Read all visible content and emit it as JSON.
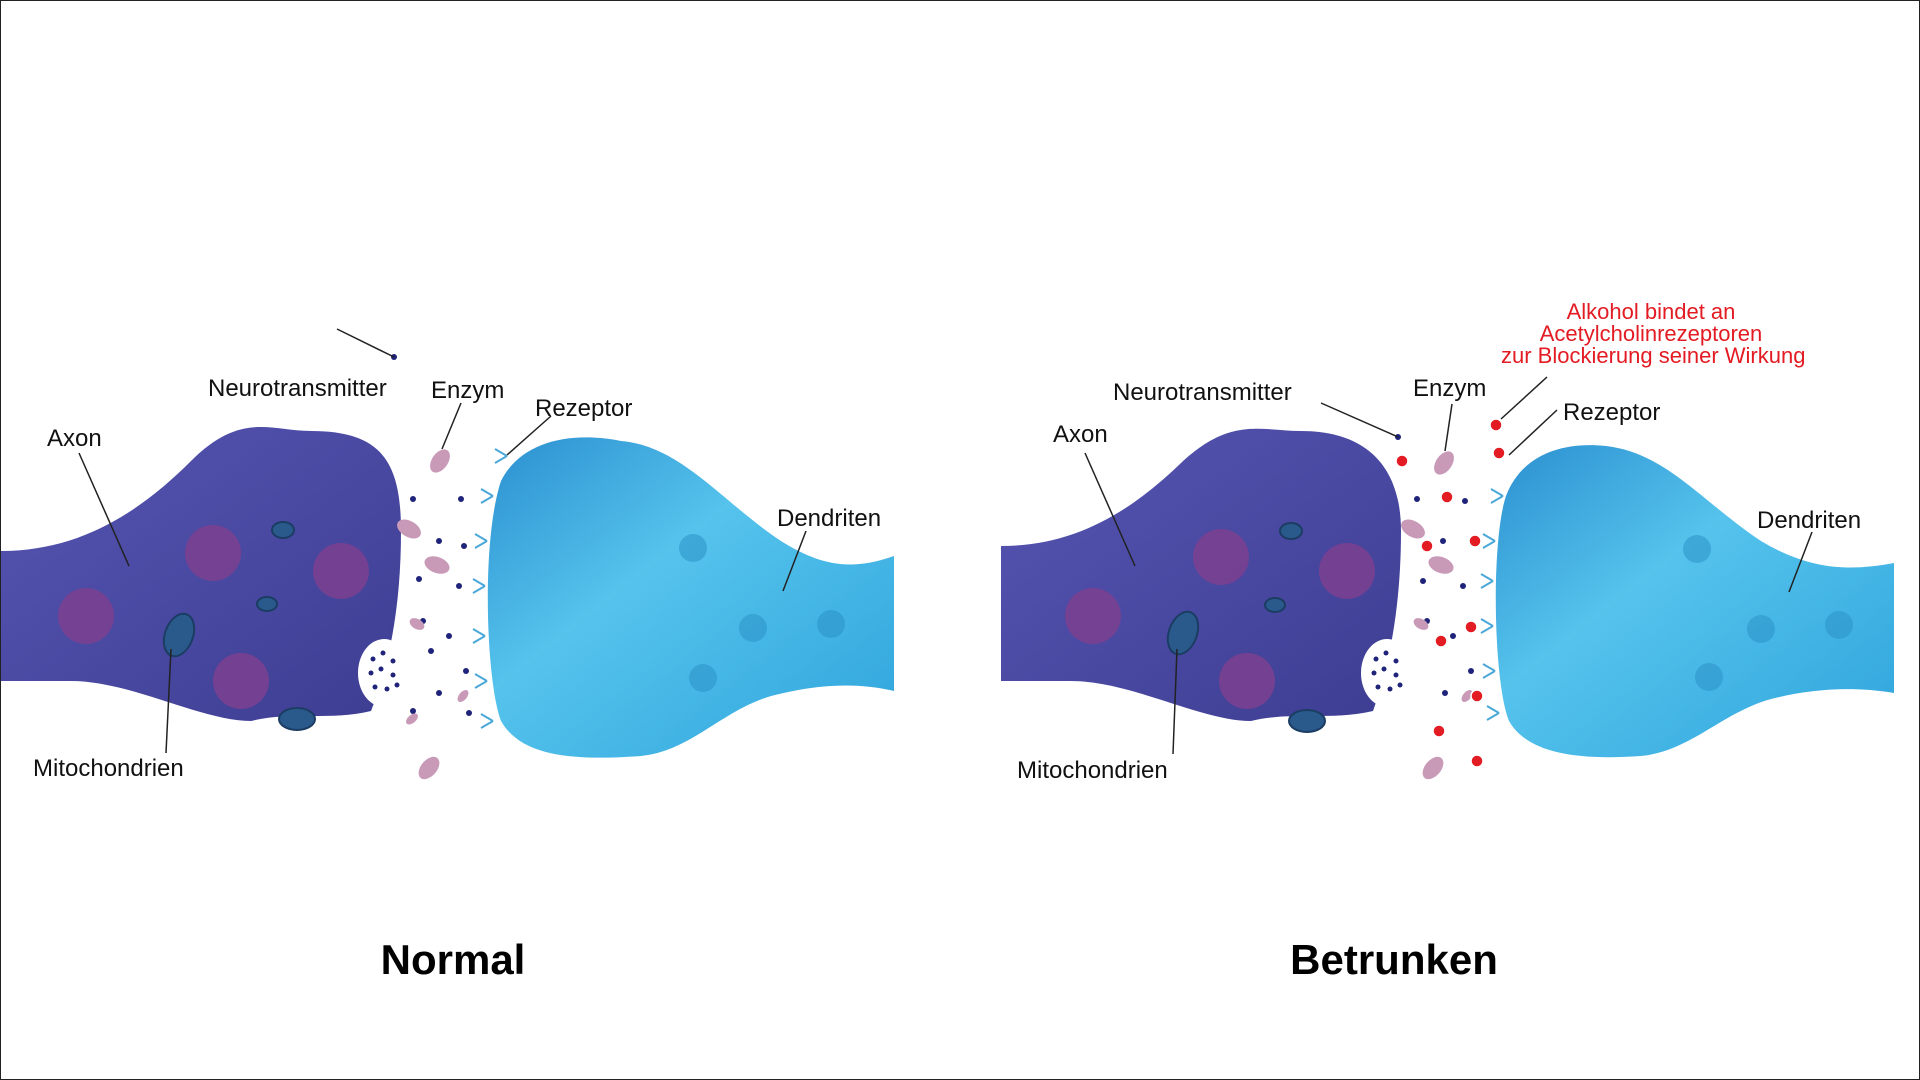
{
  "colors": {
    "axon": "#4a4aa3",
    "dendrite": "#3aaee0",
    "enzyme": "#c89ab8",
    "neurotransmitter": "#20237a",
    "alcohol": "#e31b23",
    "receptor": "#4aa8d8",
    "vesicle_body": "#7a3f8c"
  },
  "panels": {
    "normal": {
      "caption": "Normal",
      "labels": {
        "neurotransmitter": "Neurotransmitter",
        "enzyme": "Enzym",
        "receptor": "Rezeptor",
        "axon": "Axon",
        "dendrite": "Dendriten",
        "mitochondria": "Mitochondrien"
      }
    },
    "drunk": {
      "caption": "Betrunken",
      "labels": {
        "neurotransmitter": "Neurotransmitter",
        "enzyme": "Enzym",
        "receptor": "Rezeptor",
        "axon": "Axon",
        "dendrite": "Dendriten",
        "mitochondria": "Mitochondrien"
      },
      "alcohol_annotation": {
        "line1": "Alkohol bindet an",
        "line2": "Acetylcholinrezeptoren",
        "line3": "zur Blockierung seiner Wirkung"
      }
    }
  }
}
